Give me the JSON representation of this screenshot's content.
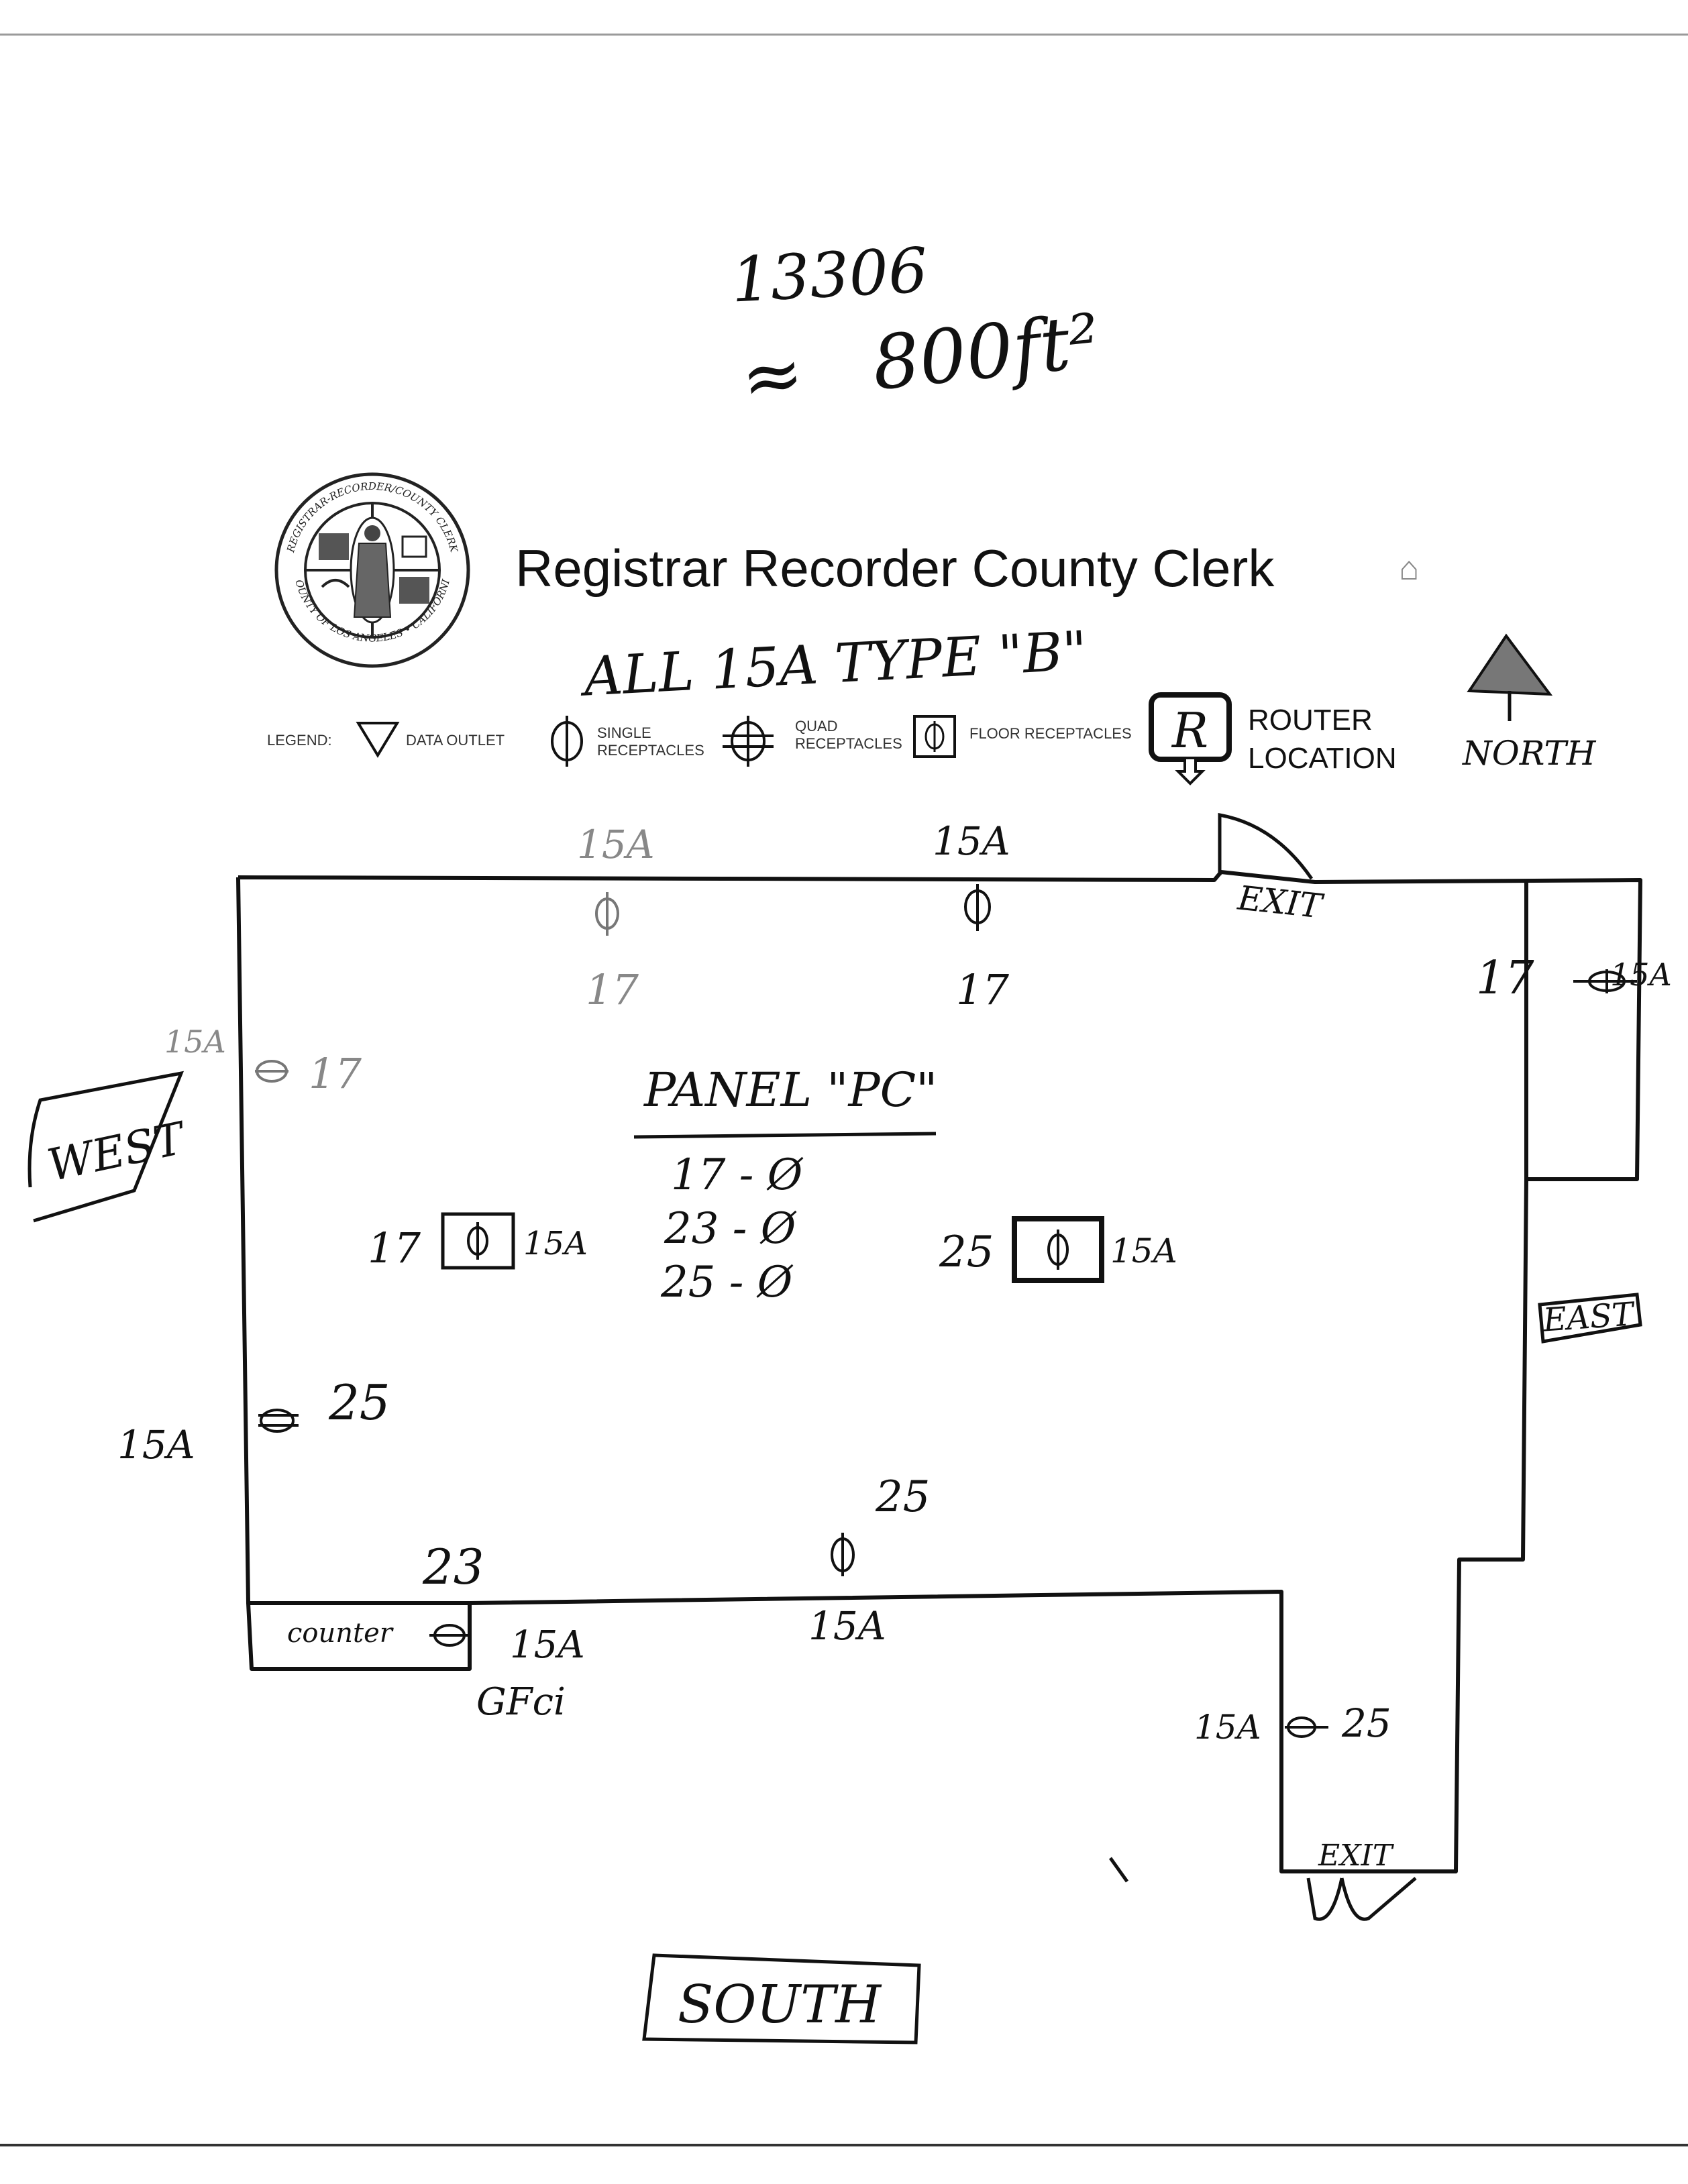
{
  "handwritten": {
    "room_number": "13306",
    "area": "800ft²",
    "approx_symbol": "≈",
    "all_note": "ALL 15A TYPE \"B\"",
    "north": "NORTH",
    "west": "WEST",
    "east": "EAST",
    "south": "SOUTH",
    "exit": "EXIT",
    "counter": "counter",
    "gfci": "GFci",
    "panel_title": "PANEL \"PC\"",
    "panel_circuits": [
      "17 - Ø",
      "23 - Ø",
      "25 - Ø"
    ]
  },
  "header": {
    "agency_title": "Registrar Recorder County Clerk",
    "seal_text_top": "REGISTRAR-RECORDER/COUNTY CLERK",
    "seal_text_bottom": "COUNTY OF LOS ANGELES • CALIFORNIA"
  },
  "legend": {
    "label": "LEGEND:",
    "items": [
      {
        "symbol": "triangle-down-icon",
        "label": "DATA OUTLET"
      },
      {
        "symbol": "single-receptacle-icon",
        "label": "SINGLE RECEPTACLES"
      },
      {
        "symbol": "quad-receptacle-icon",
        "label": "QUAD RECEPTACLES"
      },
      {
        "symbol": "floor-receptacle-icon",
        "label": "FLOOR RECEPTACLES"
      },
      {
        "symbol": "router-icon",
        "glyph": "R",
        "label": "ROUTER LOCATION"
      }
    ]
  },
  "outlets": [
    {
      "id": "north-1",
      "amp": "15A",
      "circuit": "17"
    },
    {
      "id": "north-2",
      "amp": "15A",
      "circuit": "17"
    },
    {
      "id": "east-1",
      "amp": "15A",
      "circuit": "17"
    },
    {
      "id": "west-1",
      "amp": "15A",
      "circuit": "17"
    },
    {
      "id": "floor-1",
      "amp": "15A",
      "circuit": "17"
    },
    {
      "id": "floor-2",
      "amp": "15A",
      "circuit": "25"
    },
    {
      "id": "west-2",
      "amp": "15A",
      "circuit": "25"
    },
    {
      "id": "south-1",
      "amp": "15A",
      "circuit": "25"
    },
    {
      "id": "counter-1",
      "amp": "15A",
      "circuit": "23"
    },
    {
      "id": "southeast-1",
      "amp": "15A",
      "circuit": "25"
    }
  ]
}
